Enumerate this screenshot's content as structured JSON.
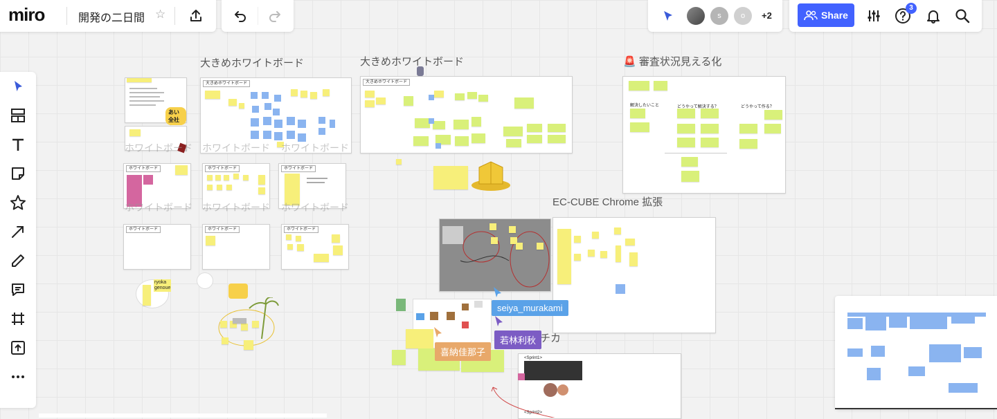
{
  "app": {
    "logo": "miro"
  },
  "board": {
    "title": "開発の二日間",
    "star_glyph": "☆"
  },
  "collab": {
    "avatar_s": "s",
    "avatar_o": "o",
    "more_count": "+2",
    "share_label": "Share",
    "help_badge": "3"
  },
  "frames": {
    "f1_title": "大きめホワイトボード",
    "f1_label": "大きめホワイトボード",
    "f2_title": "大きめホワイトボード",
    "f2_label": "大きめホワイトボード",
    "f3_title": "審査状況見える化",
    "f3_emoji": "🚨",
    "f3_col1": "解決したいこと",
    "f3_col2": "どうやって解決する？",
    "f3_col3": "どうやって作る？",
    "f4_title": "EC-CUBE Chrome 拡張",
    "small_label": "ホワイトボード",
    "f5_title_partial": "チカ",
    "sprint1": "<Sprint1>",
    "sprint2": "<Sprint2>"
  },
  "watermarks": {
    "w1": "ホワイトボード",
    "w2": "ホワイトボード",
    "w3": "ホワイトボード",
    "w4": "ホワイトボード",
    "w5": "ホワイトボード",
    "w6": "ホワイトボード"
  },
  "misc": {
    "yellow_label": "ryoka\ngenoue",
    "card_label": "あい全社"
  },
  "cursors": [
    {
      "name": "seiya_murakami",
      "color": "#5aa2e8"
    },
    {
      "name": "若林利秋",
      "color": "#7c5cc4"
    },
    {
      "name": "喜納佳那子",
      "color": "#e8a86a"
    }
  ],
  "colors": {
    "accent": "#4262ff",
    "sticky": "#f7ef7a",
    "sticky_blue": "#8ab4f0",
    "sticky_pink": "#d4669f",
    "sticky_green": "#d9f07a"
  }
}
